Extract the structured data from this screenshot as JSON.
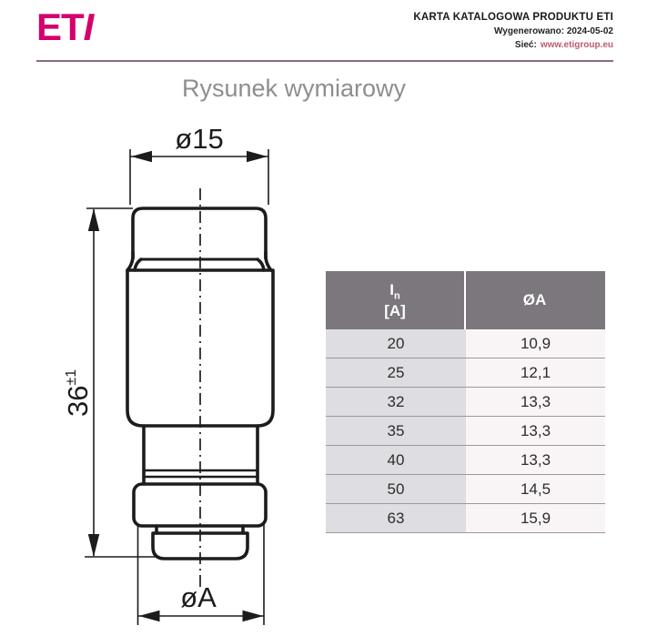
{
  "header": {
    "logo_part1": "ET",
    "logo_part2": "I",
    "doc_title": "KARTA KATALOGOWA PRODUKTU ETI",
    "generated_label": "Wygenerowano:",
    "generated_date": "2024-05-02",
    "network_label": "Sieć:",
    "network_url": "www.etigroup.eu"
  },
  "page": {
    "section_title": "Rysunek wymiarowy"
  },
  "drawing": {
    "dim_top_diameter": "ø15",
    "dim_height": "36",
    "dim_height_tolerance": "±1",
    "dim_bottom_diameter": "øA"
  },
  "table": {
    "header": {
      "col1_symbol": "I",
      "col1_subscript": "n",
      "col1_unit": "[A]",
      "col2_label": "ØA"
    },
    "rows": [
      {
        "in": "20",
        "da": "10,9"
      },
      {
        "in": "25",
        "da": "12,1"
      },
      {
        "in": "32",
        "da": "13,3"
      },
      {
        "in": "35",
        "da": "13,3"
      },
      {
        "in": "40",
        "da": "13,3"
      },
      {
        "in": "50",
        "da": "14,5"
      },
      {
        "in": "63",
        "da": "15,9"
      }
    ]
  },
  "colors": {
    "brand_magenta": "#d4006e",
    "link_red": "#bb5b6e",
    "header_rule_purple": "#8a6b85",
    "title_gray": "#8e8e8e",
    "table_header_bg": "#7b777d",
    "table_col1_bg": "#dedde1",
    "table_col2_bg": "#f9f4f6",
    "drawing_line": "#1c1c1c"
  }
}
